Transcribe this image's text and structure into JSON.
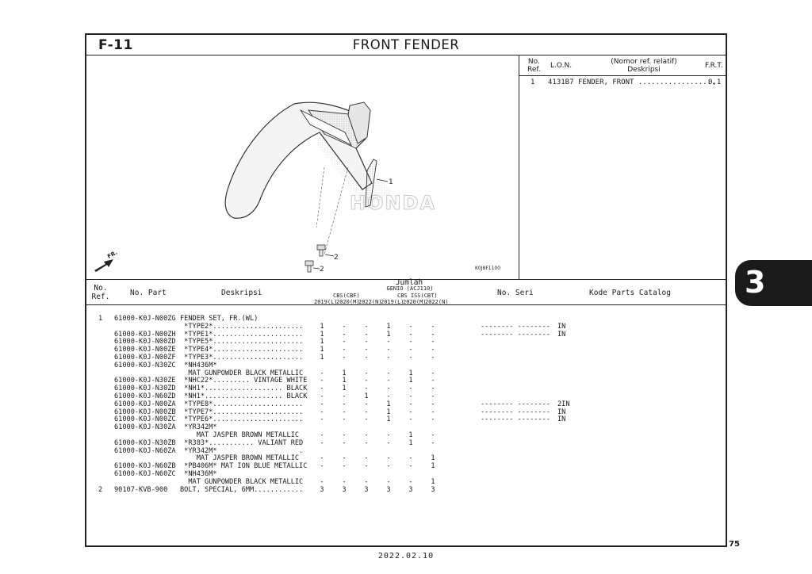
{
  "header": {
    "code": "F-11",
    "title": "FRONT FENDER"
  },
  "lon_table": {
    "col_no_ref_1": "No.",
    "col_no_ref_2": "Ref.",
    "col_lon": "L.O.N.",
    "col_desc_1": "(Nomor ref. relatif)",
    "col_desc_2": "Deskripsi",
    "col_frt": "F.R.T.",
    "rows": [
      {
        "ref": "1",
        "lon": "4131B7",
        "desc": "FENDER, FRONT ..................",
        "frt": "0,1"
      }
    ]
  },
  "illustration": {
    "callout_1": "1",
    "callout_2a": "2",
    "callout_2b": "2",
    "fr_label": "FR.",
    "watermark": "HONDA",
    "figure_code": "K0J8F1100"
  },
  "parts_header": {
    "no_ref_1": "No.",
    "no_ref_2": "Ref.",
    "no_part": "No. Part",
    "deskripsi": "Deskripsi",
    "jumlah": "Jumlah",
    "model": "GENIO (ACJ110)",
    "cbs": "CBS(CBF)",
    "cbs_iss": "CBS ISS(CBT)",
    "years": [
      "2019(L)",
      "2020(M)",
      "2022(N)",
      "2019(L)",
      "2020(M)",
      "2022(N)"
    ],
    "no_seri": "No. Seri",
    "kode": "Kode Parts Catalog"
  },
  "parts_rows": [
    {
      "ref": "1",
      "part": "61000-K0J-N00ZG",
      "desc": "FENDER SET, FR.(WL)",
      "q": [
        "",
        "",
        "",
        "",
        "",
        ""
      ],
      "seri": "",
      "note": ""
    },
    {
      "ref": "",
      "part": "",
      "desc": " *TYPE2*......................",
      "q": [
        "1",
        "-",
        "-",
        "1",
        "-",
        "-"
      ],
      "seri": "-------- --------",
      "note": "IN"
    },
    {
      "ref": "",
      "part": "61000-K0J-N00ZH",
      "desc": " *TYPE1*......................",
      "q": [
        "1",
        "-",
        "-",
        "1",
        "-",
        "-"
      ],
      "seri": "-------- --------",
      "note": "IN"
    },
    {
      "ref": "",
      "part": "61000-K0J-N00ZD",
      "desc": " *TYPE5*......................",
      "q": [
        "1",
        "-",
        "-",
        "-",
        "-",
        "-"
      ],
      "seri": "",
      "note": ""
    },
    {
      "ref": "",
      "part": "61000-K0J-N00ZE",
      "desc": " *TYPE4*......................",
      "q": [
        "1",
        "-",
        "-",
        "-",
        "-",
        "-"
      ],
      "seri": "",
      "note": ""
    },
    {
      "ref": "",
      "part": "61000-K0J-N00ZF",
      "desc": " *TYPE3*......................",
      "q": [
        "1",
        "-",
        "-",
        "-",
        "-",
        "-"
      ],
      "seri": "",
      "note": ""
    },
    {
      "ref": "",
      "part": "61000-K0J-N30ZC",
      "desc": " *NH436M*",
      "q": [
        "",
        "",
        "",
        "",
        "",
        ""
      ],
      "seri": "",
      "note": ""
    },
    {
      "ref": "",
      "part": "",
      "desc": "  MAT GUNPOWDER BLACK METALLIC",
      "q": [
        "-",
        "1",
        "-",
        "-",
        "1",
        "-"
      ],
      "seri": "",
      "note": ""
    },
    {
      "ref": "",
      "part": "61000-K0J-N30ZE",
      "desc": " *NHC22*......... VINTAGE WHITE",
      "q": [
        "-",
        "1",
        "-",
        "-",
        "1",
        "-"
      ],
      "seri": "",
      "note": ""
    },
    {
      "ref": "",
      "part": "61000-K0J-N30ZD",
      "desc": " *NH1*................... BLACK",
      "q": [
        "-",
        "1",
        "-",
        "-",
        "-",
        "-"
      ],
      "seri": "",
      "note": ""
    },
    {
      "ref": "",
      "part": "61000-K0J-N60ZD",
      "desc": " *NH1*................... BLACK",
      "q": [
        "-",
        "-",
        "1",
        "-",
        "-",
        "-"
      ],
      "seri": "",
      "note": ""
    },
    {
      "ref": "",
      "part": "61000-K0J-N00ZA",
      "desc": " *TYPE8*......................",
      "q": [
        "-",
        "-",
        "-",
        "1",
        "-",
        "-"
      ],
      "seri": "-------- --------",
      "note": "2IN"
    },
    {
      "ref": "",
      "part": "61000-K0J-N00ZB",
      "desc": " *TYPE7*......................",
      "q": [
        "-",
        "-",
        "-",
        "1",
        "-",
        "-"
      ],
      "seri": "-------- --------",
      "note": "IN"
    },
    {
      "ref": "",
      "part": "61000-K0J-N00ZC",
      "desc": " *TYPE6*......................",
      "q": [
        "-",
        "-",
        "-",
        "1",
        "-",
        "-"
      ],
      "seri": "-------- --------",
      "note": "IN"
    },
    {
      "ref": "",
      "part": "61000-K0J-N30ZA",
      "desc": " *YR342M*",
      "q": [
        "",
        "",
        "",
        "",
        "",
        ""
      ],
      "seri": "",
      "note": ""
    },
    {
      "ref": "",
      "part": "",
      "desc": "    MAT JASPER BROWN METALLIC",
      "q": [
        "-",
        "-",
        "-",
        "-",
        "1",
        "-"
      ],
      "seri": "",
      "note": ""
    },
    {
      "ref": "",
      "part": "61000-K0J-N30ZB",
      "desc": " *R383*........... VALIANT RED",
      "q": [
        "-",
        "-",
        "-",
        "-",
        "1",
        "-"
      ],
      "seri": "",
      "note": ""
    },
    {
      "ref": "",
      "part": "61000-K0J-N60ZA",
      "desc": " *YR342M*                    .",
      "q": [
        "",
        "",
        "",
        "",
        "",
        ""
      ],
      "seri": "",
      "note": ""
    },
    {
      "ref": "",
      "part": "",
      "desc": "    MAT JASPER BROWN METALLIC",
      "q": [
        "-",
        "-",
        "-",
        "-",
        "-",
        "1"
      ],
      "seri": "",
      "note": ""
    },
    {
      "ref": "",
      "part": "61000-K0J-N60ZB",
      "desc": " *PB406M* MAT ION BLUE METALLIC",
      "q": [
        "-",
        "-",
        "-",
        "-",
        "-",
        "1"
      ],
      "seri": "",
      "note": ""
    },
    {
      "ref": "",
      "part": "61000-K0J-N60ZC",
      "desc": " *NH436M*",
      "q": [
        "",
        "",
        "",
        "",
        "",
        ""
      ],
      "seri": "",
      "note": ""
    },
    {
      "ref": "",
      "part": "",
      "desc": "  MAT GUNPOWDER BLACK METALLIC",
      "q": [
        "-",
        "-",
        "-",
        "-",
        "-",
        "1"
      ],
      "seri": "",
      "note": ""
    },
    {
      "ref": "2",
      "part": "90107-KVB-900",
      "desc": "BOLT, SPECIAL, 6MM............",
      "q": [
        "3",
        "3",
        "3",
        "3",
        "3",
        "3"
      ],
      "seri": "",
      "note": ""
    }
  ],
  "section_tab": "3",
  "page_number": "75",
  "footer_date": "2022.02.10"
}
